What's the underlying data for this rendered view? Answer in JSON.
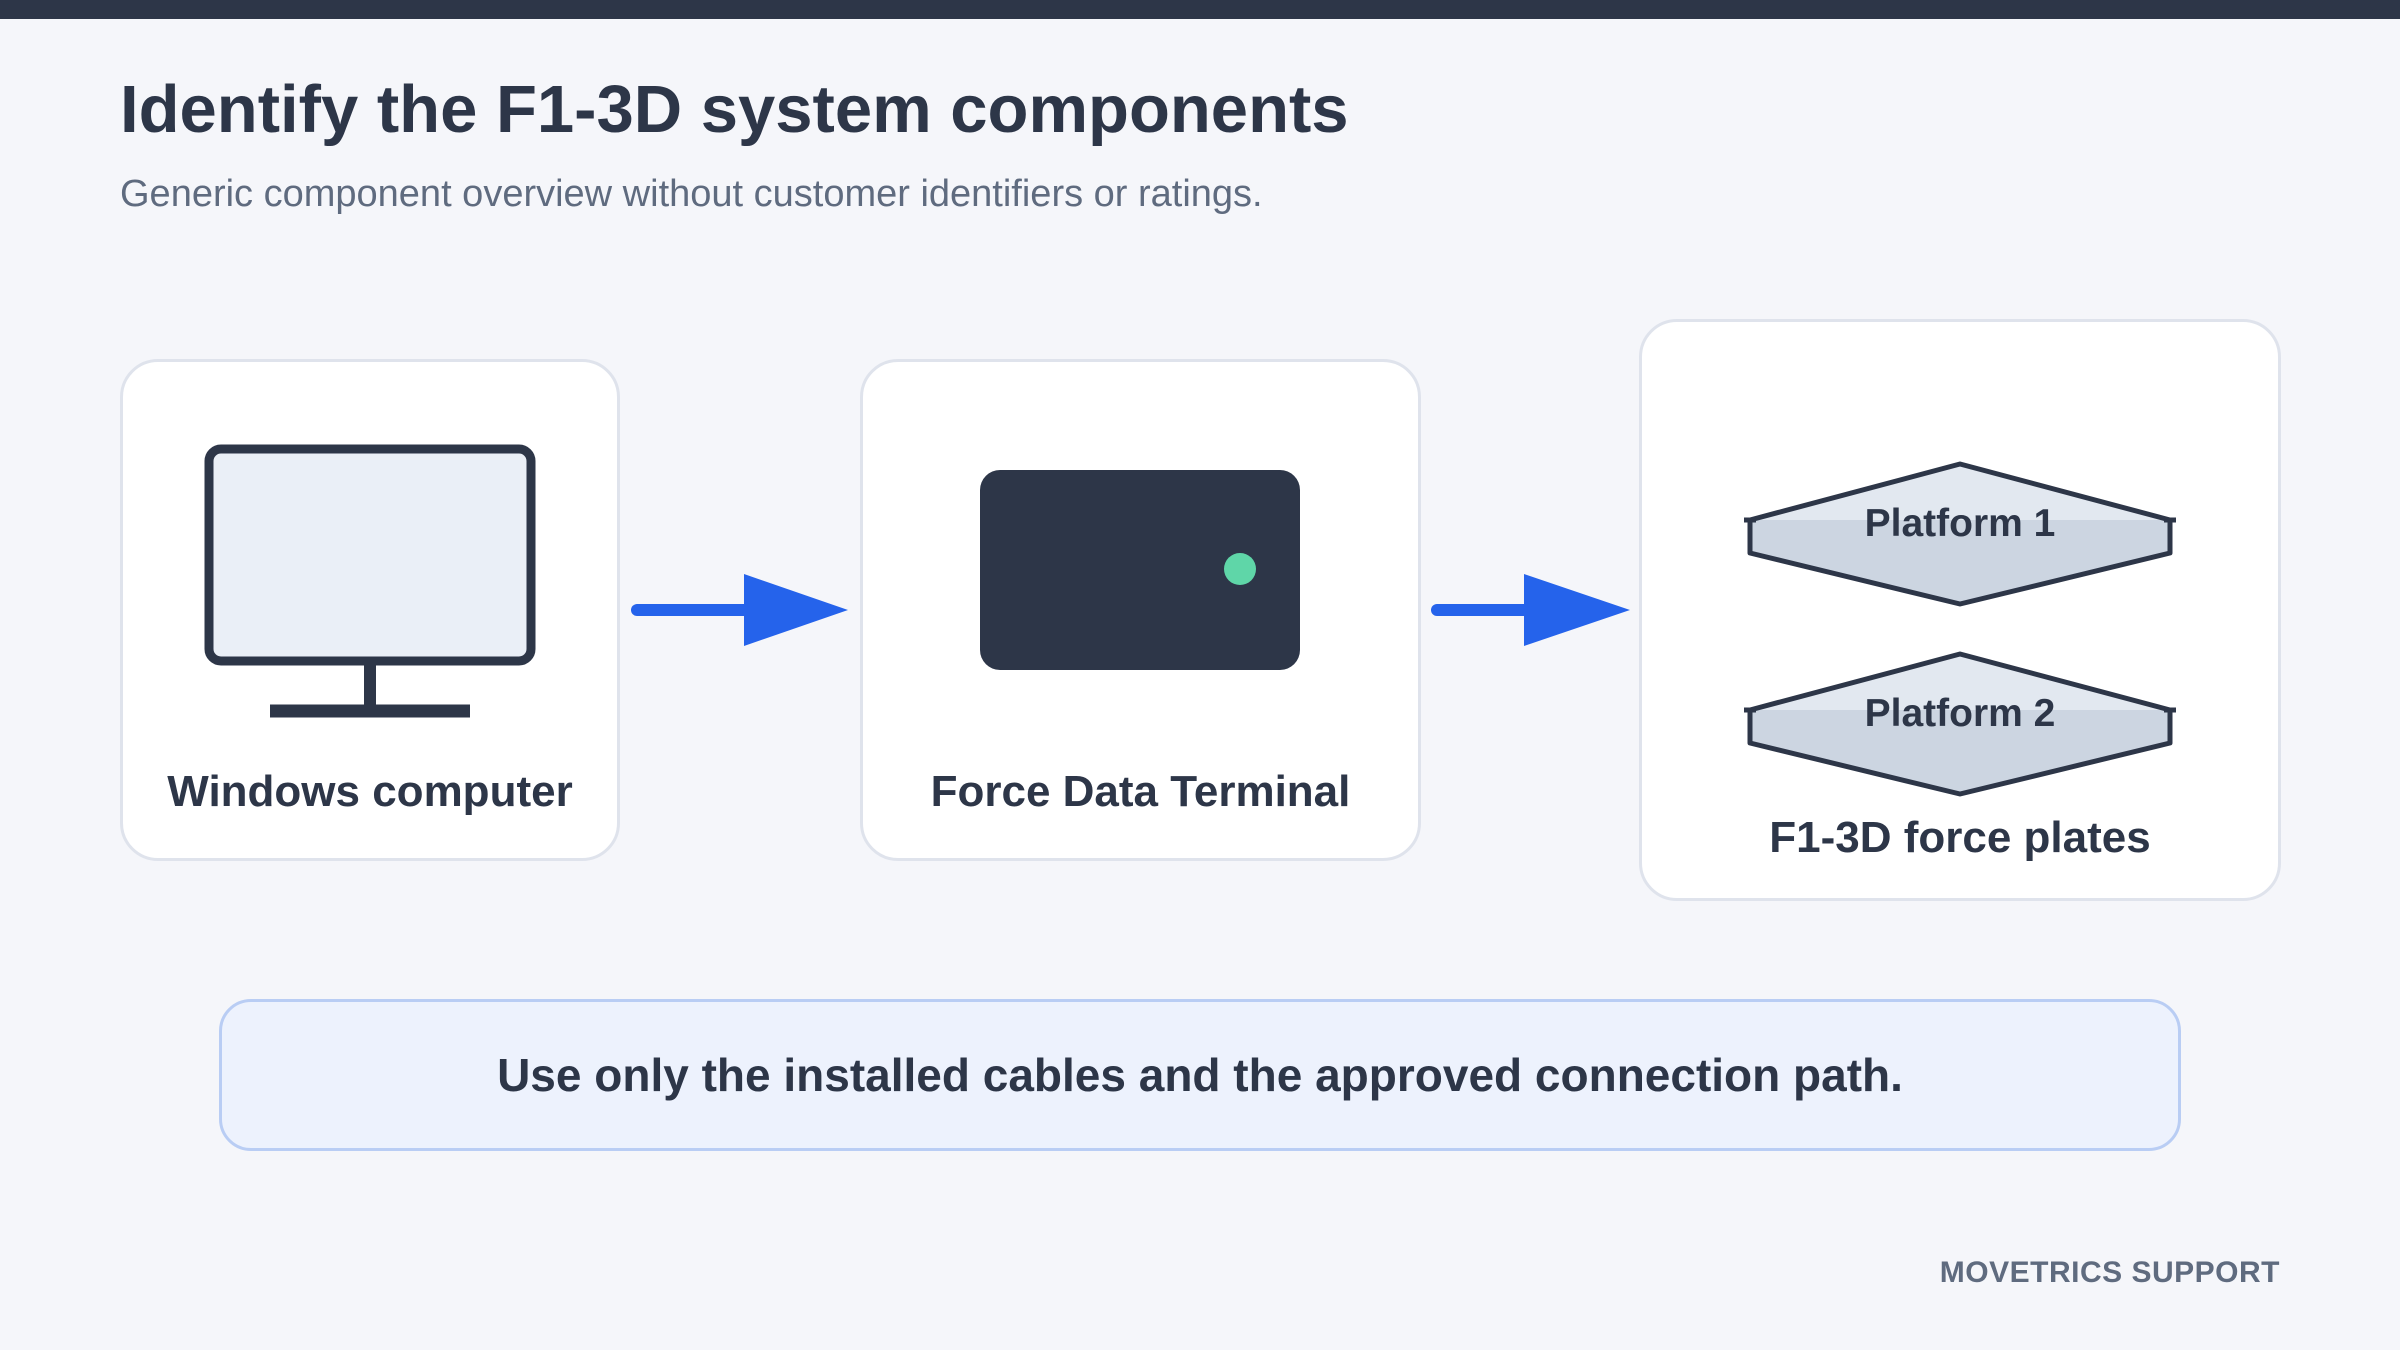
{
  "header": {
    "title": "Identify the F1-3D system components",
    "subtitle": "Generic component overview without customer identifiers or ratings."
  },
  "components": {
    "computer": {
      "label": "Windows computer",
      "icon": "monitor-icon"
    },
    "terminal": {
      "label": "Force Data Terminal",
      "icon": "terminal-device-icon",
      "led_color": "#5fd6a8"
    },
    "plates": {
      "label": "F1-3D force plates",
      "icon": "force-plate-icon",
      "platform_1": "Platform 1",
      "platform_2": "Platform 2"
    }
  },
  "connections": {
    "arrow_icon": "arrow-right-icon",
    "color": "#2563eb"
  },
  "note": {
    "text": "Use only the installed cables and the approved connection path."
  },
  "footer": {
    "brand": "MOVETRICS SUPPORT"
  },
  "colors": {
    "dark": "#2d3648",
    "accent": "#2563eb",
    "background": "#f5f6fa",
    "plate_fill": "#ccd5e1",
    "note_bg": "#edf2fd"
  }
}
